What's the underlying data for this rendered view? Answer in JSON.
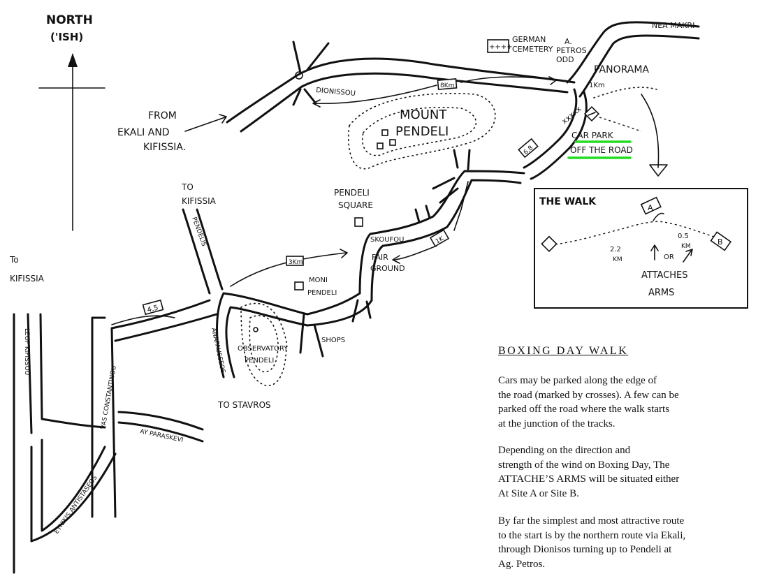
{
  "compass": {
    "label_line1": "NORTH",
    "label_line2": "('ISH)"
  },
  "places": {
    "nea_makri": "NEA MAKRI",
    "german_cemetery_line1": "GERMAN",
    "german_cemetery_line2": "CEMETERY",
    "ag_petros_line1": "A.",
    "ag_petros_line2": "PETROS",
    "ag_petros_line3": "ODD",
    "panorama": "PANORAMA",
    "from_ekali_line1": "FROM",
    "from_ekali_line2": "EKALI AND",
    "from_ekali_line3": "KIFISSIA.",
    "dionissou": "DIONISSOU",
    "mount_pendeli_line1": "MOUNT",
    "mount_pendeli_line2": "PENDELI",
    "car_park": "CAR PARK",
    "off_the_road": "OFF THE ROAD",
    "to_kifissia_a_line1": "TO",
    "to_kifissia_a_line2": "KIFISSIA",
    "pendeli_square_line1": "PENDELI",
    "pendeli_square_line2": "SQUARE",
    "skoufou": "SKOUFOU",
    "fair_ground_line1": "FAIR",
    "fair_ground_line2": "GROUND",
    "to_kifissia_b_line1": "To",
    "to_kifissia_b_line2": "KIFISSIA",
    "moni_pendeli_line1": "MONI",
    "moni_pendeli_line2": "PENDELI",
    "observatory_line1": "OBSERVATORY",
    "observatory_line2": "PENDELI",
    "shops": "SHOPS",
    "to_stavros": "TO STAVROS",
    "penteli_street": "PENDELIS",
    "anapafseos": "ANAPAUSSEOS",
    "vas_konstantinou": "VAS CONSTANTINOU",
    "ay_paraskevi": "AY PARASKEVI",
    "ethnikis_antistaseos": "ETNIKIS ANTISTASEOS",
    "leof_kifissias": "LEOF KIFISSOU"
  },
  "distances": {
    "d8km": "8Km",
    "d1km_top": "1Km",
    "d68": "6.8",
    "d3km": "3Km",
    "d1k": "1K",
    "d45": "4.5"
  },
  "inset": {
    "title": "THE WALK",
    "site_a": "A",
    "site_b": "B",
    "dist_22_line1": "2.2",
    "dist_22_line2": "KM",
    "dist_05_line1": "0.5",
    "dist_05_line2": "KM",
    "or": "OR",
    "attaches_line1": "ATTACHES",
    "attaches_line2": "ARMS"
  },
  "notice": {
    "title": "BOXING DAY WALK",
    "para1": "Cars may be parked along the edge of\nthe road (marked by crosses).  A few can be\nparked off the road where the walk starts\nat the junction of the tracks.",
    "para2": "Depending on the direction and\nstrength of the wind on Boxing Day, The\nATTACHE’S ARMS will be situated either\nAt Site A or Site B.",
    "para3": "By far the simplest and most attractive route\nto the start is by the northern route via Ekali,\nthrough Dionisos turning up to Pendeli at\nAg. Petros."
  },
  "colors": {
    "ink": "#111111",
    "paper": "#ffffff",
    "highlight": "#22dd22"
  }
}
